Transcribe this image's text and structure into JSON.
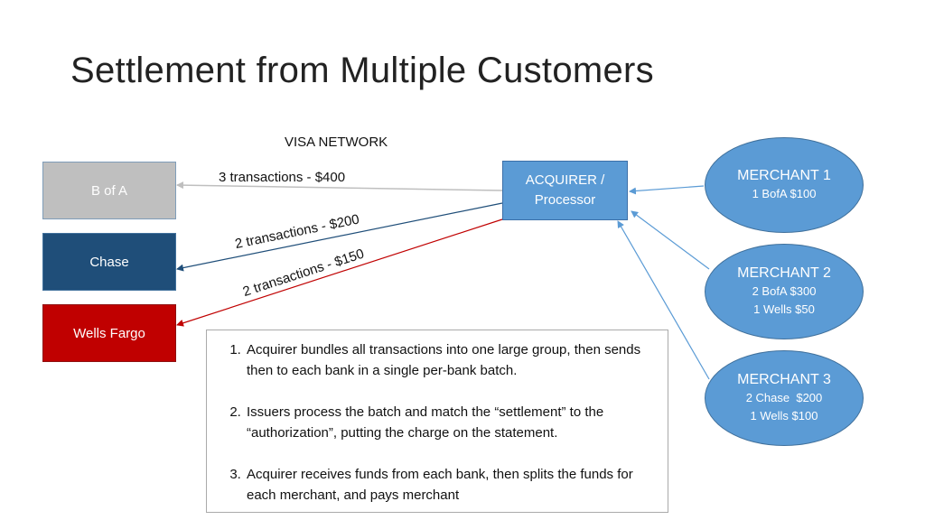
{
  "title": "Settlement from Multiple Customers",
  "network_label": "VISA NETWORK",
  "banks": [
    {
      "name": "B of A",
      "color": "#bfbfbf"
    },
    {
      "name": "Chase",
      "color": "#1f4e79"
    },
    {
      "name": "Wells Fargo",
      "color": "#c00000"
    }
  ],
  "acquirer": {
    "line1": "ACQUIRER /",
    "line2": "Processor",
    "color": "#5b9bd5"
  },
  "merchants": [
    {
      "name": "MERCHANT 1",
      "lines": [
        "1 BofA $100"
      ]
    },
    {
      "name": "MERCHANT 2",
      "lines": [
        "2 BofA $300",
        "1 Wells $50"
      ]
    },
    {
      "name": "MERCHANT 3",
      "lines": [
        "2 Chase  $200",
        "1 Wells $100"
      ]
    }
  ],
  "transactions": [
    {
      "bank": "B of A",
      "label": "3 transactions - $400",
      "color": "#bfbfbf"
    },
    {
      "bank": "Chase",
      "label": "2 transactions - $200",
      "color": "#1f4e79"
    },
    {
      "bank": "Wells Fargo",
      "label": "2 transactions - $150",
      "color": "#c00000"
    }
  ],
  "notes": [
    "Acquirer bundles all transactions into one large group, then sends then to each bank in a single per-bank batch.",
    "Issuers process the batch and match the “settlement” to the “authorization”, putting the charge on the statement.",
    "Acquirer receives funds from each bank, then splits the funds for each merchant, and pays merchant"
  ]
}
